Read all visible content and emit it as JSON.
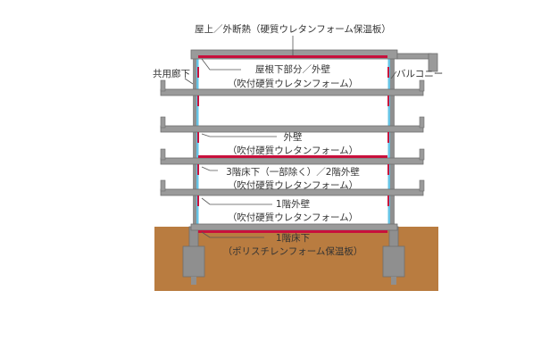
{
  "colors": {
    "ground": "#b97c40",
    "slab": "#9a9a9a",
    "slab_edge": "#6e6e6e",
    "column": "#8f8f8f",
    "insulation_red": "#c8103c",
    "exterior_wall_blue": "#66c4e6",
    "leader": "#555555"
  },
  "labels": {
    "roof": "屋上／外断熱（硬質ウレタンフォーム保温板）",
    "corridor": "共用廊下",
    "balcony": "バルコニー",
    "under_roof_line1": "屋根下部分／外壁",
    "under_roof_line2": "（吹付硬質ウレタンフォーム）",
    "wall_line1": "外壁",
    "wall_line2": "（吹付硬質ウレタンフォーム）",
    "floor3_line1": "3階床下（一部除く）／2階外壁",
    "floor3_line2": "（吹付硬質ウレタンフォーム）",
    "floor1_wall_line1": "1階外壁",
    "floor1_wall_line2": "（吹付硬質ウレタンフォーム）",
    "floor1_floor_line1": "1階床下",
    "floor1_floor_line2": "（ポリスチレンフォーム保温板）"
  }
}
